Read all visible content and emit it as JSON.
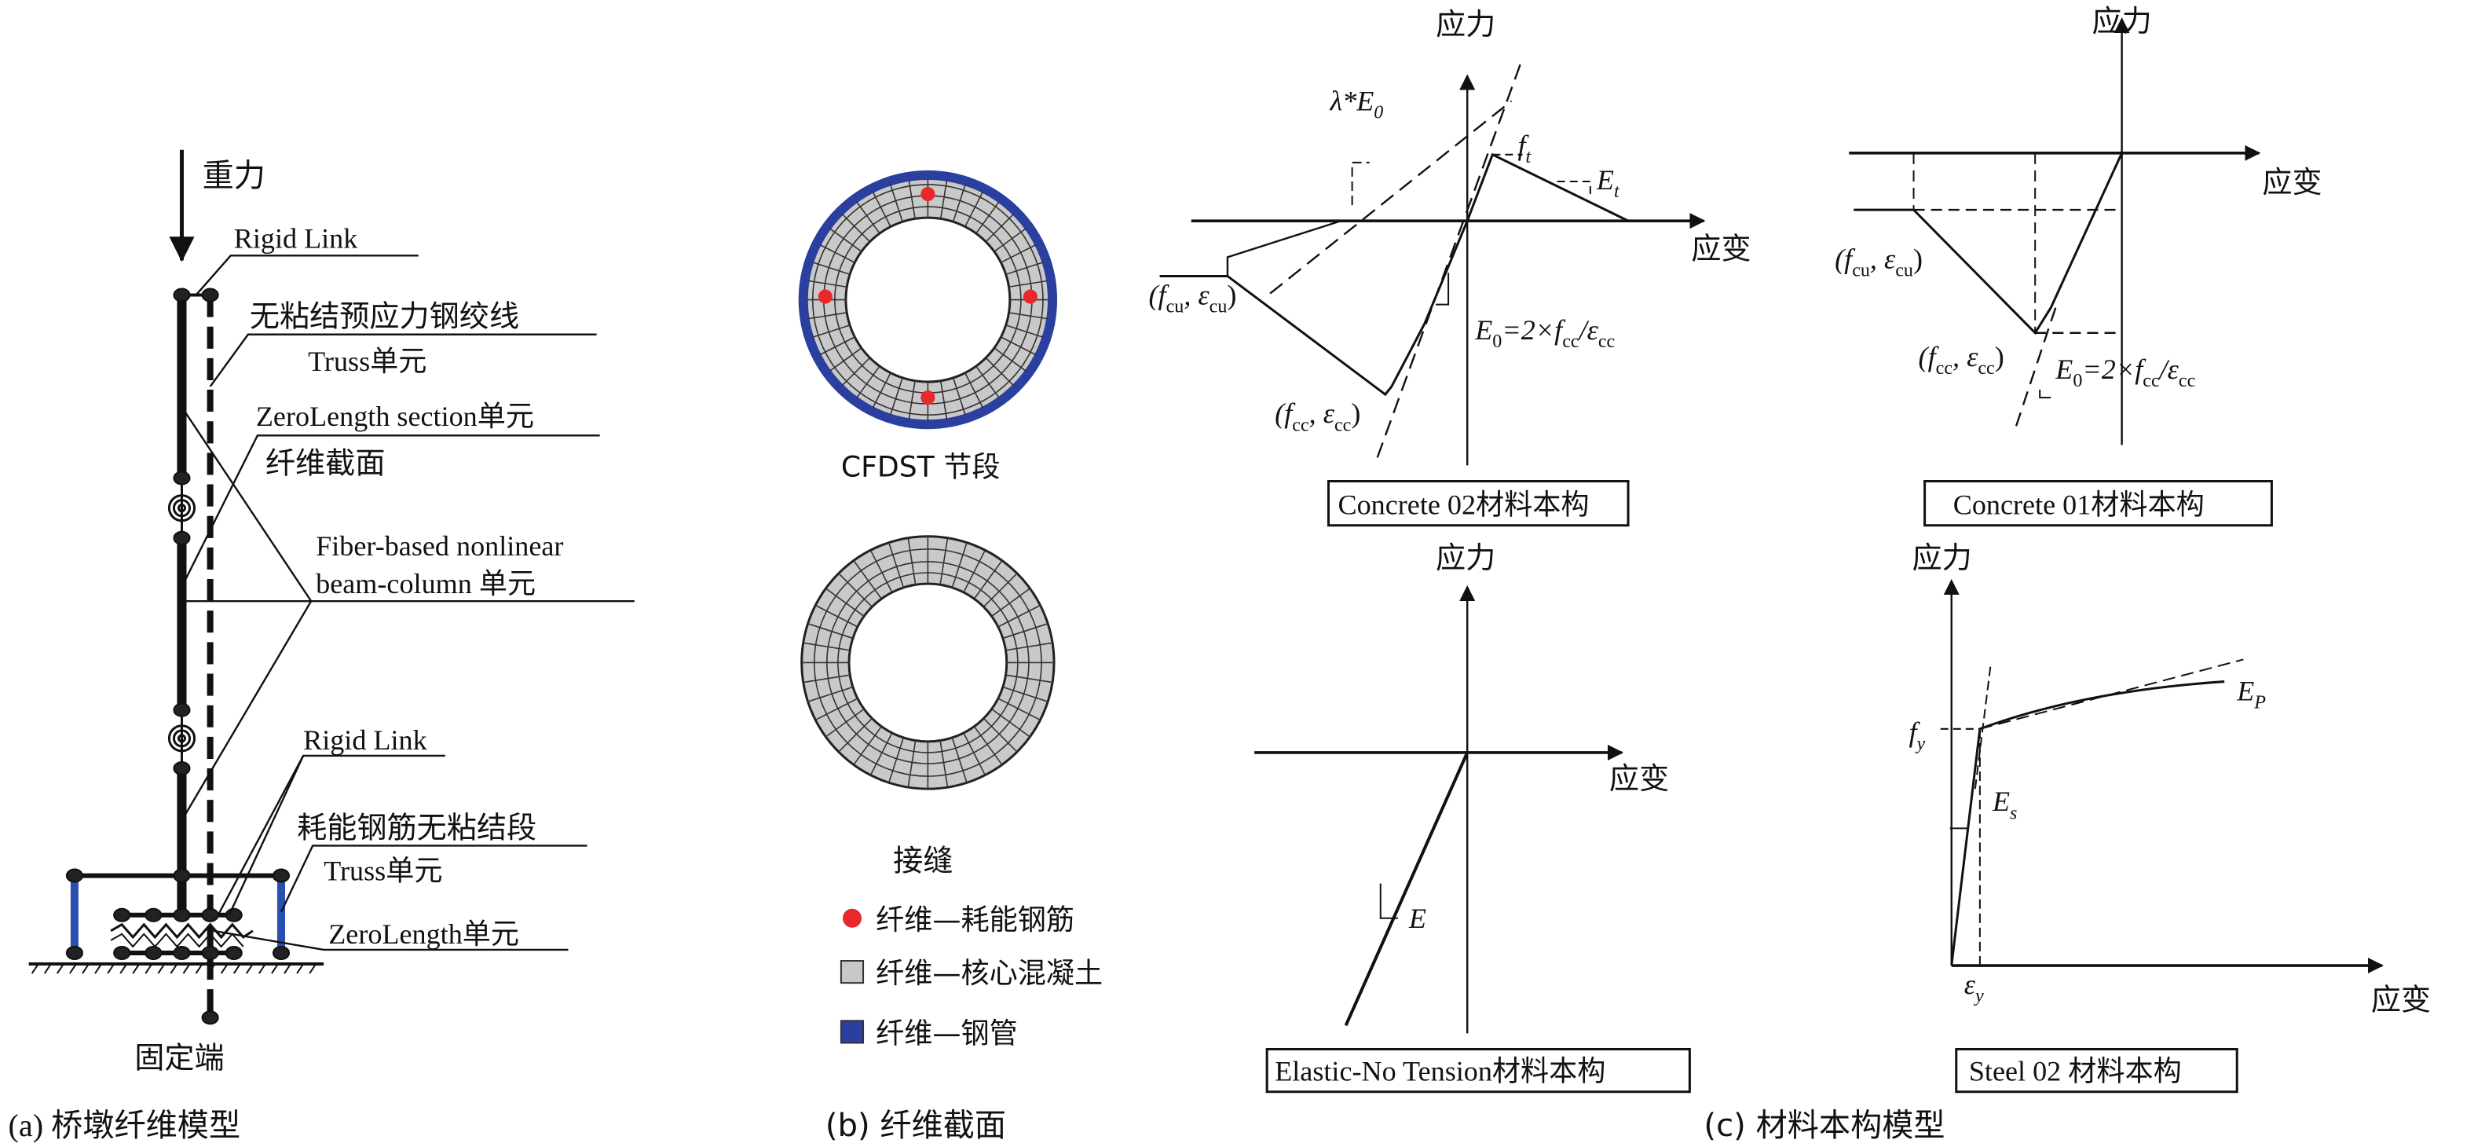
{
  "panel_a": {
    "gravity": "重力",
    "rigid_link_top": "Rigid Link",
    "tendon_line1": "无粘结预应力钢绞线",
    "tendon_line2": "Truss单元",
    "zl_section_line1": "ZeroLength section单元",
    "zl_section_line2": "纤维截面",
    "fiber_line1": "Fiber-based nonlinear",
    "fiber_line2": "beam-column 单元",
    "rigid_link_bottom": "Rigid Link",
    "energy_line1": "耗能钢筋无粘结段",
    "energy_line2": "Truss单元",
    "zerolength": "ZeroLength单元",
    "fixed_end": "固定端",
    "caption": "(a) 桥墩纤维模型"
  },
  "panel_b": {
    "segment_label": "CFDST 节段",
    "joint_label": "接缝",
    "legend": [
      {
        "label": "纤维—耗能钢筋",
        "color": "#e8282b"
      },
      {
        "label": "纤维—核心混凝土",
        "color": "#c8c8c8"
      },
      {
        "label": "纤维—钢管",
        "color": "#2b3fa0"
      }
    ],
    "caption": "(b) 纤维截面"
  },
  "panel_c": {
    "stress": "应力",
    "strain": "应变",
    "concrete02": {
      "title": "Concrete 02材料本构",
      "lambda": [
        "λ*E",
        "0"
      ],
      "ft": [
        "f",
        "t"
      ],
      "Et": [
        "E",
        "t"
      ],
      "fcu": [
        "(f",
        "cu",
        ", ε",
        "cu",
        ")"
      ],
      "fcc": [
        "(f",
        "cc",
        ", ε",
        "cc",
        ")"
      ],
      "E0": [
        "E",
        "0",
        "=2×f",
        "cc",
        "/ε",
        "cc"
      ]
    },
    "concrete01": {
      "title": "Concrete 01材料本构",
      "fcu": [
        "(f",
        "cu",
        ", ε",
        "cu",
        ")"
      ],
      "fcc": [
        "(f",
        "cc",
        ", ε",
        "cc",
        ")"
      ],
      "E0": [
        "E",
        "0",
        "=2×f",
        "cc",
        "/ε",
        "cc"
      ]
    },
    "elastic": {
      "title": "Elastic-No Tension材料本构",
      "E": "E"
    },
    "steel02": {
      "title": "Steel 02 材料本构",
      "fy": [
        "f",
        "y"
      ],
      "Ep": [
        "E",
        "P"
      ],
      "Es": [
        "E",
        "s"
      ],
      "ey": [
        "ε",
        "y"
      ]
    },
    "caption": "(c) 材料本构模型"
  }
}
